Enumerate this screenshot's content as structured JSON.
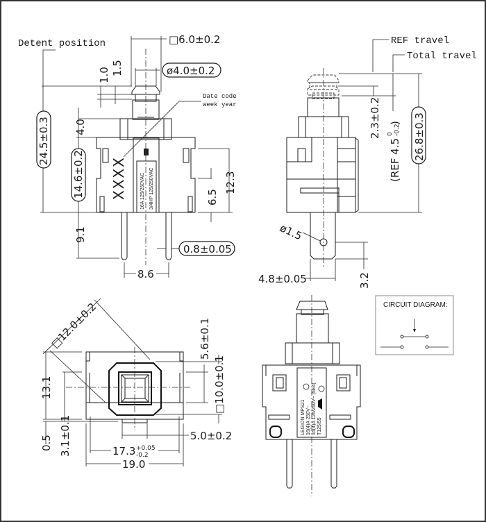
{
  "drawing": {
    "title": "Push button switch dimensional drawing",
    "front_view": {
      "callouts": {
        "detent_position": "Detent position",
        "date_code_line1": "Date code",
        "date_code_line2": "week year"
      },
      "dimensions": {
        "square_cap": "□6.0±0.2",
        "cap_diameter": "ø4.0±0.2",
        "dim_1_0": "1.0",
        "dim_1_5": "1.5",
        "dim_4_0": "4.0",
        "overall_height": "24.5±0.3",
        "body_height": "14.6±0.2",
        "pin_length": "9.1",
        "dim_12_3": "12.3",
        "dim_6_5": "6.5",
        "pin_thickness": "0.8±0.05",
        "pin_pitch": "8.6"
      },
      "body_marking": {
        "date_code_marks": "XXXX",
        "rating_line1": "16A 125/250VAC",
        "rating_line2": "3/4HP 125/250VAC"
      }
    },
    "side_view": {
      "callouts": {
        "ref_travel": "REF travel",
        "total_travel": "Total travel"
      },
      "dimensions": {
        "dim_2_3": "2.3±0.2",
        "ref_4_5": "(REF 4.5",
        "ref_4_5_tol_upper": "0",
        "ref_4_5_tol_lower": "-0.2",
        "ref_4_5_close": ")",
        "overall_height": "26.8±0.3",
        "hole_diameter": "ø1.5",
        "tab_width": "4.8±0.05",
        "dim_3_2": "3.2"
      }
    },
    "bottom_view": {
      "dimensions": {
        "diag_square": "□12.0±0.2",
        "dim_5_6": "5.6±0.1",
        "dim_10_0": "□10.0±0.1",
        "dim_13_1": "13.1",
        "dim_0_5": "0.5",
        "dim_3_1": "3.1±0.1",
        "dim_5_0": "5.0±0.2",
        "dim_17_3": "17.3",
        "dim_17_3_tol_upper": "+0.05",
        "dim_17_3_tol_lower": "-0.2",
        "overall_width": "19.0"
      }
    },
    "rear_view": {
      "label": {
        "line1": "LEGION  MPS21",
        "line2": "16(4)A 250V~",
        "line3": "16(4)A 125/250V~ (5E4)",
        "line4": "T125/55"
      }
    },
    "circuit_diagram": {
      "title": "CIRCUIT DIAGRAM:"
    }
  }
}
